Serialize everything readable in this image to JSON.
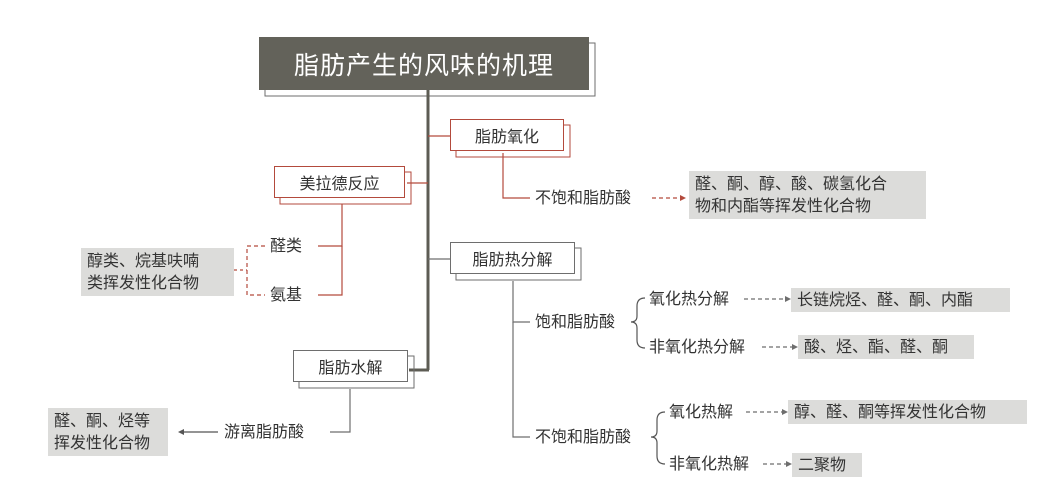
{
  "title": "脂肪产生的风味的机理",
  "branches": {
    "oxidation": {
      "label": "脂肪氧化",
      "child": "不饱和脂肪酸",
      "result": [
        "醛、酮、醇、酸、碳氢化合",
        "物和内酯等挥发性化合物"
      ]
    },
    "maillard": {
      "label": "美拉德反应",
      "children": [
        "醛类",
        "氨基"
      ],
      "result": [
        "醇类、烷基呋喃",
        "类挥发性化合物"
      ]
    },
    "pyrolysis": {
      "label": "脂肪热分解",
      "saturated": {
        "label": "饱和脂肪酸",
        "items": [
          {
            "label": "氧化热分解",
            "result": "长链烷烃、醛、酮、内酯"
          },
          {
            "label": "非氧化热分解",
            "result": "酸、烃、酯、醛、酮"
          }
        ]
      },
      "unsaturated": {
        "label": "不饱和脂肪酸",
        "items": [
          {
            "label": "氧化热解",
            "result": "醇、醛、酮等挥发性化合物"
          },
          {
            "label": "非氧化热解",
            "result": "二聚物"
          }
        ]
      }
    },
    "hydrolysis": {
      "label": "脂肪水解",
      "child": "游离脂肪酸",
      "result": [
        "醛、酮、烃等",
        "挥发性化合物"
      ]
    }
  },
  "colors": {
    "title_bg": "#63625a",
    "trunk": "#5d5c54",
    "red_line": "#b34a3c",
    "gray_line": "#7a7a72",
    "result_bg": "#dcdcda"
  }
}
